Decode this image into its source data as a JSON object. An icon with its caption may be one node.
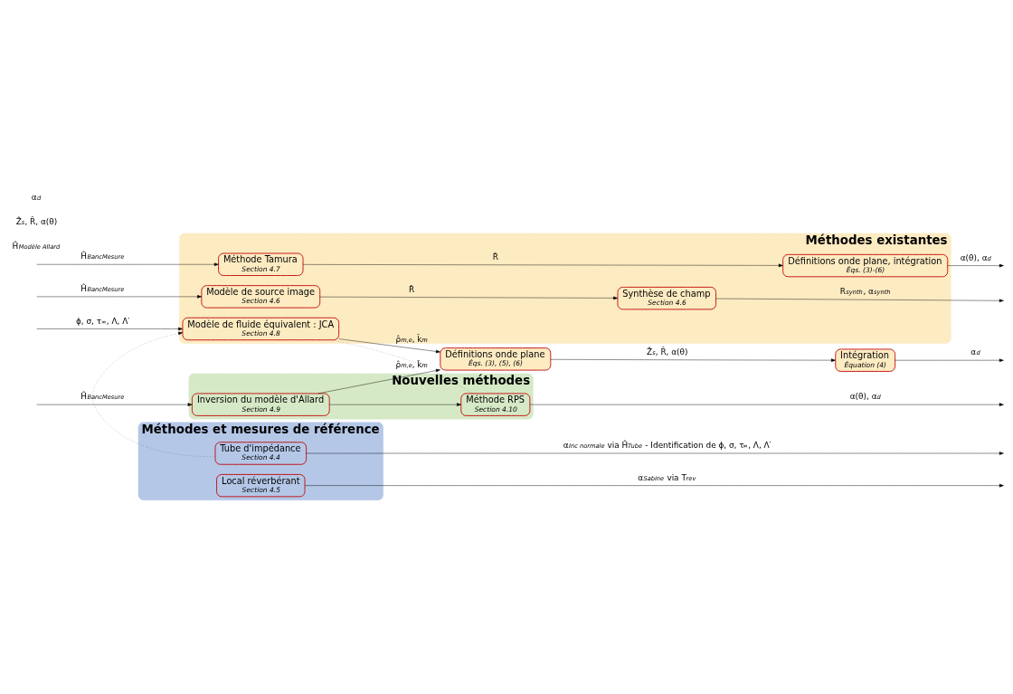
{
  "diagram": {
    "nodes": [
      {
        "text": [
          "Méthodes et mesures de référence"
        ]
      },
      {
        "text": [
          "Tube d'impédance",
          "Section 4.4"
        ],
        "in": 0
      },
      {
        "text": [
          "Local réverbérant",
          "Section 4.5"
        ],
        "in": 0
      },
      {
        "text": [
          "Méthodes existantes"
        ]
      },
      {
        "text": [
          "Modèle de source image",
          "Section 4.6"
        ],
        "in": 3
      },
      {
        "text": [
          "Synthèse de champ",
          "Section 4.6"
        ],
        "in": 3
      },
      {
        "text": [
          "Méthode Tamura",
          "Section 4.7"
        ],
        "in": 3
      },
      {
        "text": [
          "Définitions onde plane, intégration",
          "Éqs. (3)-(6)"
        ],
        "in": 3
      },
      {
        "text": [
          "Modèle de fluide équivalent : JCA",
          "Section 4.8"
        ],
        "in": 3
      },
      {
        "text": [
          "Nouvelles méthodes"
        ]
      },
      {
        "text": [
          "Inversion du modèle d'Allard",
          "Section 4.9"
        ],
        "in": 9
      },
      {
        "text": [
          "Définitions onde plane",
          "Éqs. (3), (5), (6)"
        ]
      },
      {
        "text": [
          "Intégration",
          "Équation (4)"
        ]
      },
      {
        "text": [
          "Méthode RPS",
          "Section 4.10"
        ],
        "in": 9
      }
    ],
    "edges": [
      {
        "from": 1,
        "to": null,
        "arrow": "to",
        "label": "α$_{Inc normale}$ via Ĥ$_{Tube}$ - Identification de ϕ, σ, τ$_{∞}$, Λ, Λ′"
      },
      {
        "from": 2,
        "to": null,
        "arrow": "to",
        "label": "α$_{Sabine}$ via T$_{rev}$"
      },
      {
        "from": null,
        "to": 4,
        "arrow": "to",
        "label": "Ĥ$_{BancMesure}$"
      },
      {
        "from": 4,
        "to": 5,
        "arrow": "to",
        "label": "R̂"
      },
      {
        "from": 5,
        "to": null,
        "arrow": "to",
        "label": "R$_{synth}$, α$_{synth}$"
      },
      {
        "from": null,
        "to": 6,
        "arrow": "to",
        "label": "Ĥ$_{BancMesure}$"
      },
      {
        "from": 6,
        "to": 7,
        "arrow": "to",
        "label": "R̂"
      },
      {
        "from": 7,
        "to": null,
        "arrow": "to",
        "label": "α(θ), α$_{d}$"
      },
      {
        "from": null,
        "to": 8,
        "arrow": "to",
        "label": "ϕ, σ, τ$_{∞}$, Λ, Λ′"
      },
      {
        "from": 1,
        "to": 8,
        "arrow": "to",
        "style": "dashed"
      },
      {
        "from": 8,
        "to": 11,
        "arrow": "to",
        "label": "ρ̂$_{m,e}$, k̂$_{m}$"
      },
      {
        "from": 11,
        "to": 12,
        "arrow": "to",
        "label": "Ẑ$_{s}$, R̂, α(θ)"
      },
      {
        "from": 12,
        "to": null,
        "arrow": "to",
        "label": "α$_{d}$"
      },
      {
        "from": null,
        "to": 10,
        "arrow": "to",
        "label": "Ĥ$_{BancMesure}$"
      },
      {
        "from": 10,
        "to": 11,
        "arrow": "to",
        "label": "ρ̂$_{m,e}$, k̂$_{m}$"
      },
      {
        "from": 10,
        "to": 13,
        "arrow": "to"
      },
      {
        "from": 8,
        "to": 13,
        "arrow": "none",
        "style": "dashed"
      },
      {
        "from": 13,
        "to": null,
        "arrow": "to",
        "label": "α(θ), α$_{d}$"
      }
    ],
    "labels": [
      "Ĥ$_{Modèle Allard}$",
      "Ẑ$_{s}$, R̂, α(θ)",
      "α$_{d}$"
    ]
  }
}
